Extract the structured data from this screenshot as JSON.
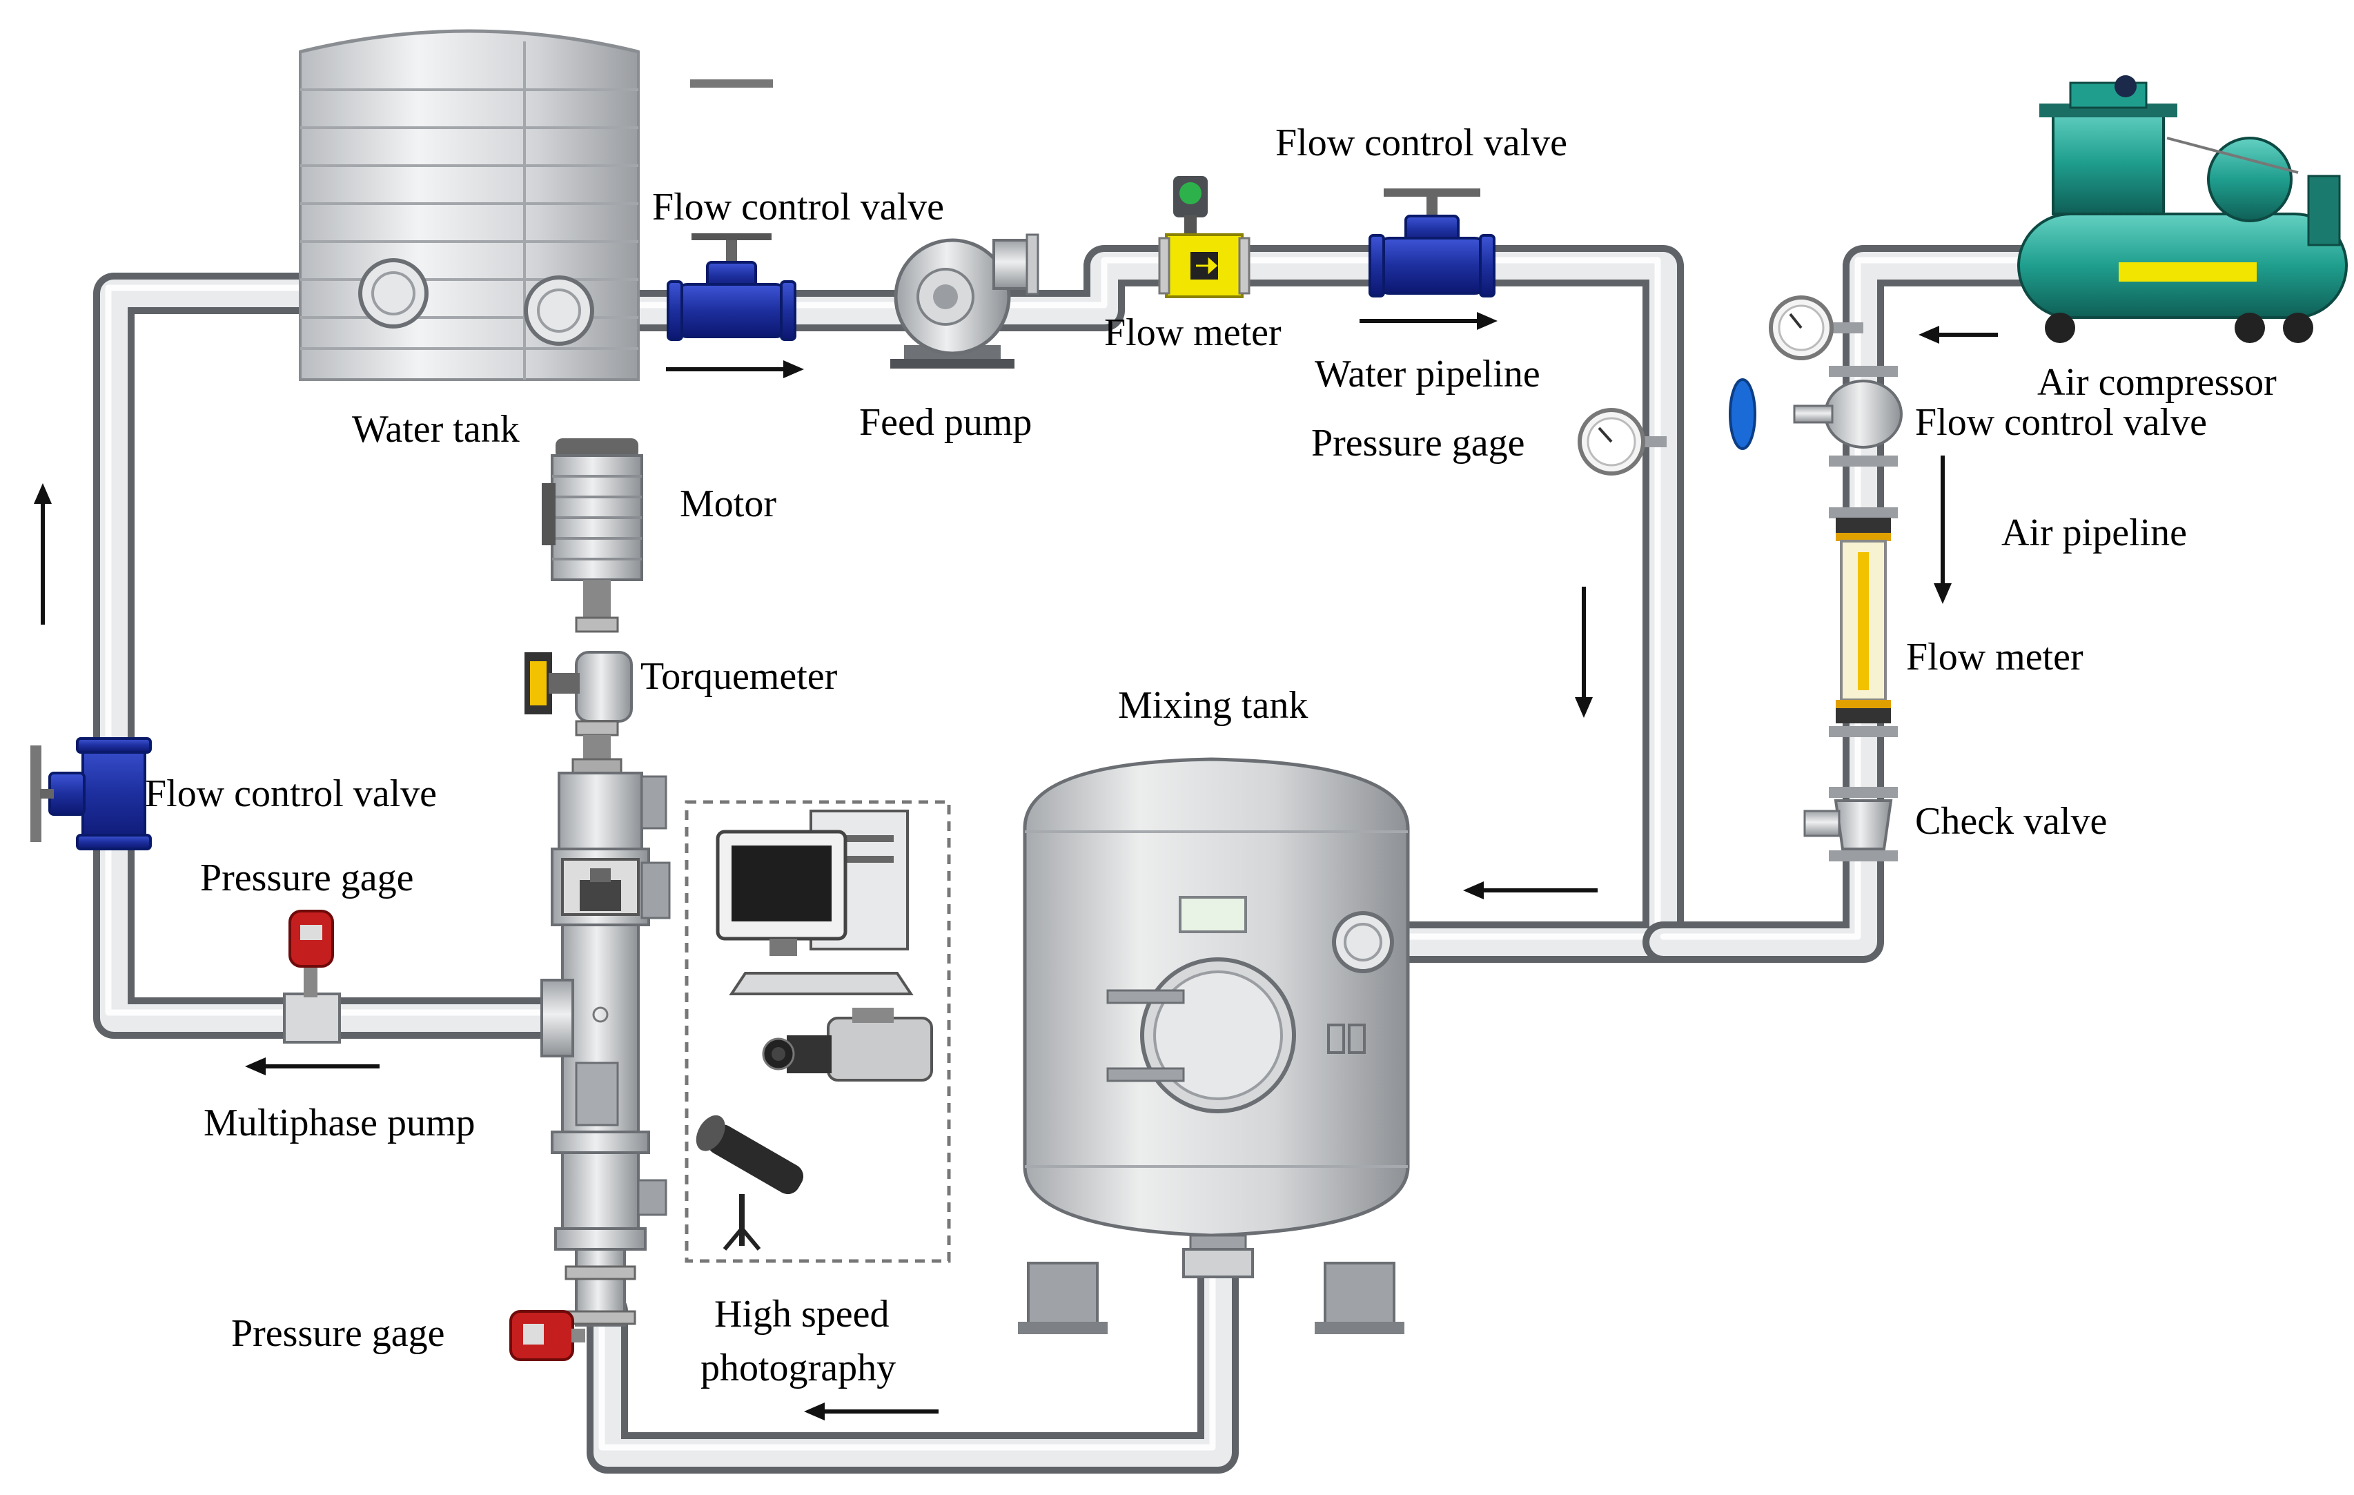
{
  "labels": {
    "water_tank": "Water tank",
    "flow_control_valve_top": "Flow control valve",
    "feed_pump": "Feed pump",
    "flow_control_valve_top_right": "Flow control valve",
    "flow_meter_water": "Flow meter",
    "water_pipeline": "Water pipeline",
    "pressure_gage_water": "Pressure gage",
    "air_compressor": "Air compressor",
    "flow_control_valve_air": "Flow control valve",
    "air_pipeline": "Air pipeline",
    "flow_meter_air": "Flow meter",
    "check_valve": "Check valve",
    "motor": "Motor",
    "torquemeter": "Torquemeter",
    "mixing_tank": "Mixing tank",
    "flow_control_valve_left": "Flow control valve",
    "pressure_gage_left": "Pressure gage",
    "multiphase_pump": "Multiphase pump",
    "pressure_gage_bottom": "Pressure gage",
    "high_speed_photography_line1": "High speed",
    "high_speed_photography_line2": "photography"
  },
  "colors": {
    "pipe_outline": "#5f6368",
    "pipe_fill": "#e9ebed",
    "valve_blue": "#1d2f9e",
    "flow_meter_yellow": "#f2e600",
    "compressor_teal": "#1f9e8e",
    "gauge_red": "#c41e1e"
  },
  "icons": {
    "water_tank": "cylindrical-tank-icon",
    "valve": "gate-valve-icon",
    "pump": "centrifugal-pump-icon",
    "flow_meter": "inline-flow-meter-icon",
    "gauge": "pressure-gauge-icon",
    "compressor": "air-compressor-icon",
    "rotameter": "rotameter-icon",
    "check_valve": "check-valve-icon",
    "motor": "electric-motor-icon",
    "torquemeter": "torque-sensor-icon",
    "mixing_tank": "pressure-vessel-icon",
    "computer": "desktop-computer-icon",
    "camera": "high-speed-camera-icon",
    "lamp": "light-source-icon",
    "flow_arrow": "flow-direction-arrow-icon"
  }
}
